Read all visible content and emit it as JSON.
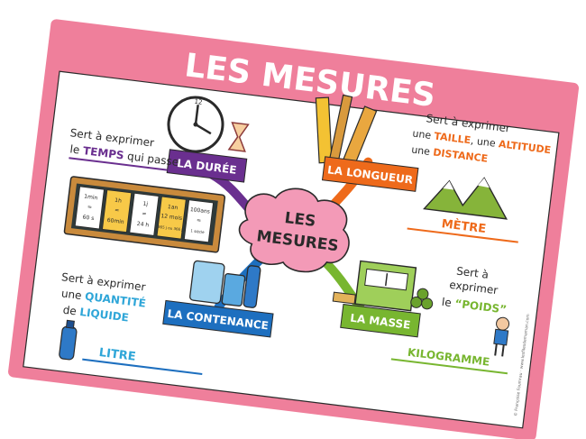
{
  "title": "LES MESURES",
  "center": {
    "line1": "LES",
    "line2": "MESURES"
  },
  "colors": {
    "frame": "#ef7f9b",
    "card": "#ffffff",
    "duree": "#6a2f8f",
    "longueur": "#ee6a1b",
    "masse": "#78b630",
    "contenance": "#1d6fbf",
    "center": "#f39ab7"
  },
  "branches": {
    "duree": {
      "label": "LA DURÉE",
      "desc_line1": "Sert à exprimer",
      "desc_prefix": "le",
      "desc_key": "TEMPS",
      "desc_suffix": "qui passe",
      "conversions": [
        {
          "top": "1min",
          "mid": "=",
          "bottom": "60 s"
        },
        {
          "top": "1h",
          "mid": "=",
          "bottom": "60min"
        },
        {
          "top": "1j",
          "mid": "=",
          "bottom": "24 h"
        },
        {
          "top": "1an",
          "mid": "12 mois",
          "bottom": "365 j ou 366 j"
        },
        {
          "top": "100ans",
          "mid": "=",
          "bottom": "1 siècle"
        }
      ]
    },
    "longueur": {
      "label": "LA LONGUEUR",
      "desc_line1": "Sert à exprimer",
      "desc_line2_prefix": "une",
      "desc_key1": "TAILLE",
      "desc_line2_mid": ", une",
      "desc_key2": "ALTITUDE",
      "desc_line3_prefix": "une",
      "desc_key3": "DISTANCE",
      "unit": "MÈTRE"
    },
    "masse": {
      "label": "LA MASSE",
      "desc_line1": "Sert à",
      "desc_line2": "exprimer",
      "desc_prefix": "le",
      "desc_key": "“POIDS”",
      "unit": "KILOGRAMME"
    },
    "contenance": {
      "label": "LA CONTENANCE",
      "desc_line1": "Sert à exprimer",
      "desc_line2_prefix": "une",
      "desc_key1": "QUANTITÉ",
      "desc_line3_prefix": "de",
      "desc_key2": "LIQUIDE",
      "unit": "LITRE"
    }
  },
  "credit": "© Françoise Foumrau · www.lesfilesdemaman.com"
}
